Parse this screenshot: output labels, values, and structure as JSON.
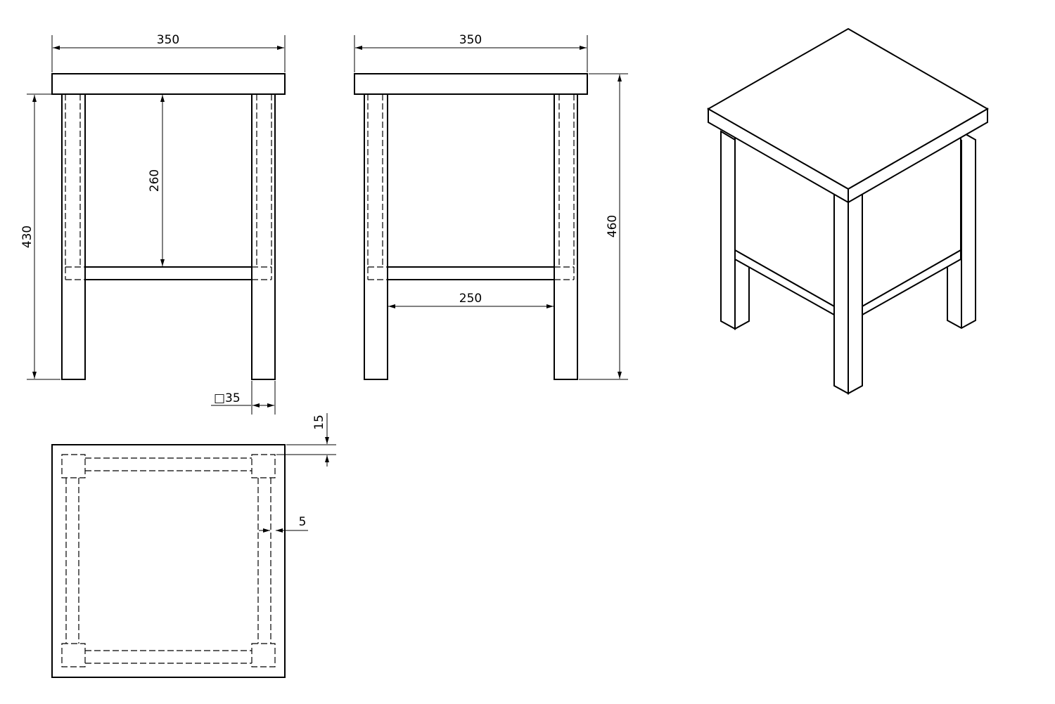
{
  "dimensions": {
    "front_width": "350",
    "side_width": "350",
    "leg_to_rail_height": "260",
    "leg_height": "430",
    "total_height": "460",
    "rail_length": "250",
    "leg_section": "□35",
    "top_thickness": "15",
    "leg_inset": "5"
  },
  "colors": {
    "line": "#000000",
    "background": "#ffffff"
  }
}
